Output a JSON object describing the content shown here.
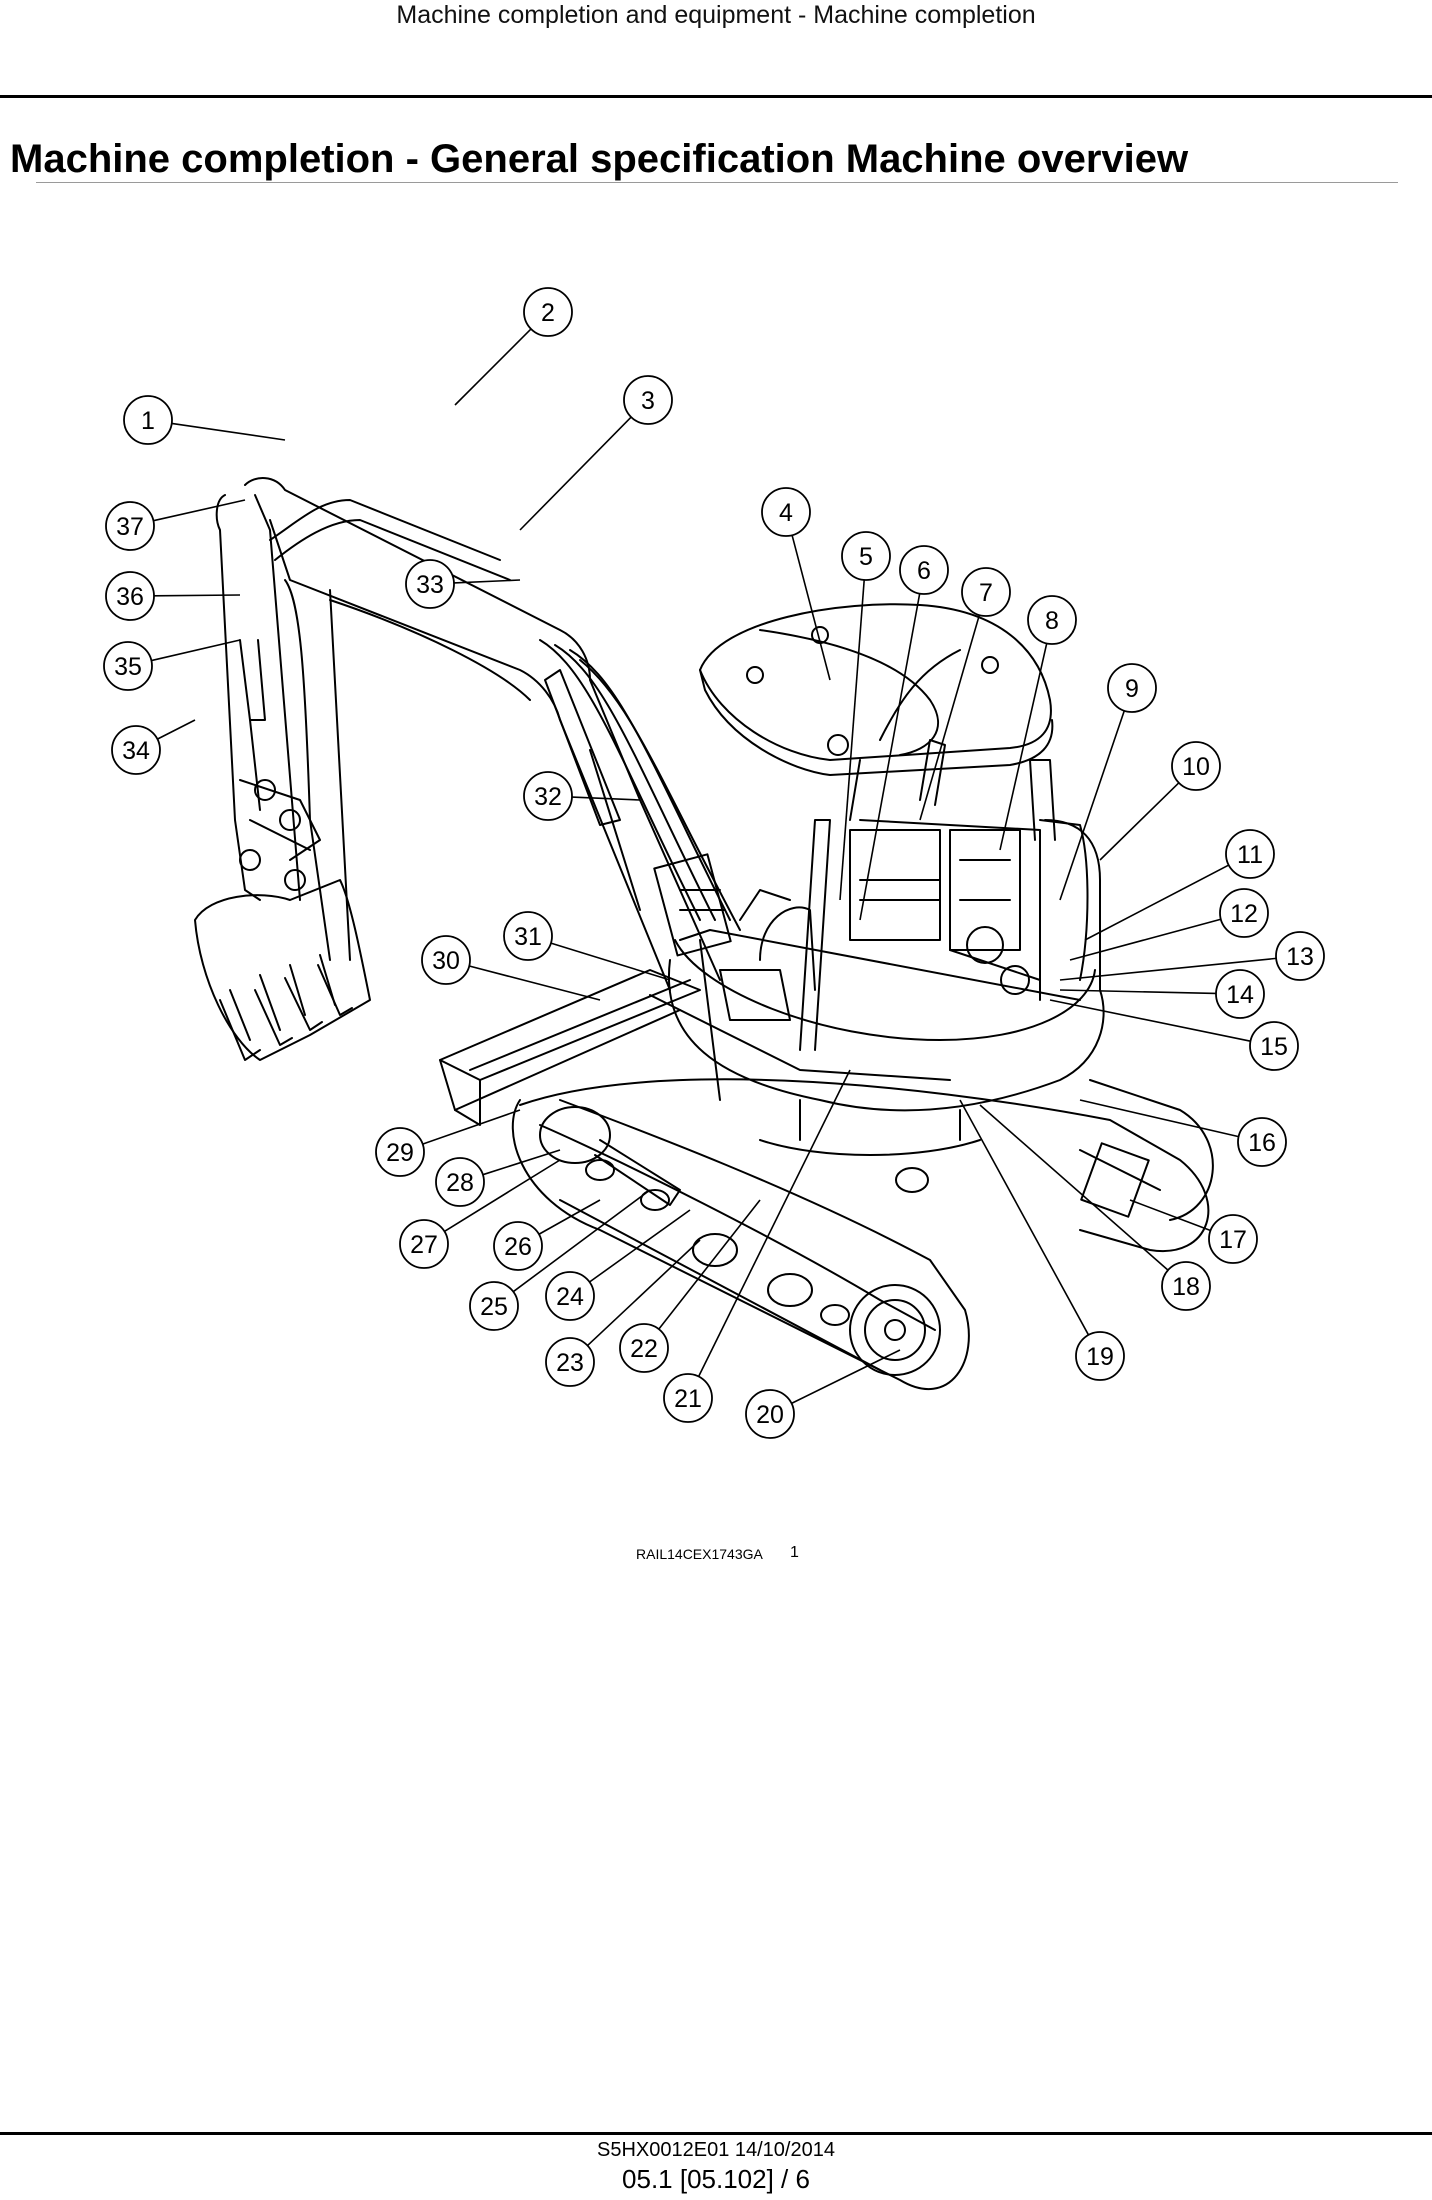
{
  "header": {
    "running_title": "Machine completion and equipment - Machine completion"
  },
  "page_title": "Machine completion - General specification Machine overview",
  "figure": {
    "callouts": [
      "1",
      "2",
      "3",
      "4",
      "5",
      "6",
      "7",
      "8",
      "9",
      "10",
      "11",
      "12",
      "13",
      "14",
      "15",
      "16",
      "17",
      "18",
      "19",
      "20",
      "21",
      "22",
      "23",
      "24",
      "25",
      "26",
      "27",
      "28",
      "29",
      "30",
      "31",
      "32",
      "33",
      "34",
      "35",
      "36",
      "37"
    ],
    "image_id": "RAIL14CEX1743GA",
    "figure_number": "1"
  },
  "footer": {
    "doc_ref": "S5HX0012E01 14/10/2014",
    "page_ref": "05.1 [05.102] / 6"
  }
}
